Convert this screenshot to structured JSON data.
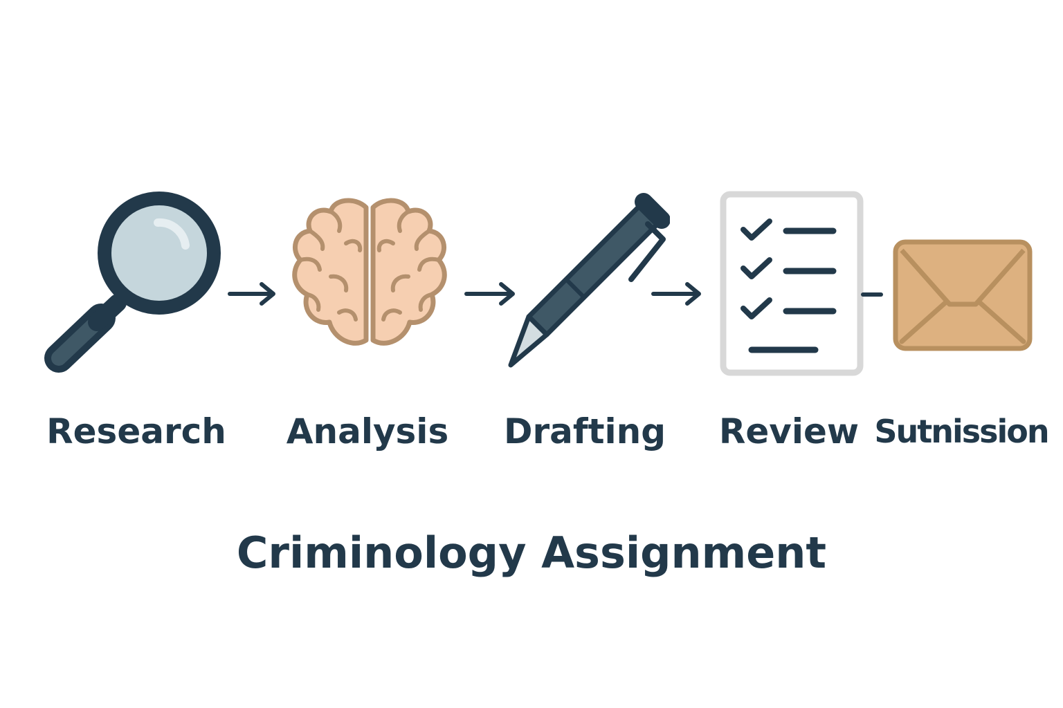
{
  "title": "Criminology Assignment",
  "steps": [
    {
      "label": "Research",
      "icon": "magnifying-glass-icon"
    },
    {
      "label": "Analysis",
      "icon": "brain-icon"
    },
    {
      "label": "Drafting",
      "icon": "pen-icon"
    },
    {
      "label": "Review",
      "icon": "checklist-icon"
    },
    {
      "label": "Sutnission",
      "icon": "envelope-icon"
    }
  ],
  "connectors": [
    "arrow",
    "arrow",
    "arrow",
    "line"
  ],
  "colors": {
    "ink": "#22394a",
    "lens": "#c5d6dc",
    "brain_fill": "#f6cfb1",
    "brain_stroke": "#b4906d",
    "pen": "#3f5866",
    "paper_border": "#d8d8d8",
    "envelope_fill": "#ddb180",
    "envelope_stroke": "#b8905f"
  }
}
